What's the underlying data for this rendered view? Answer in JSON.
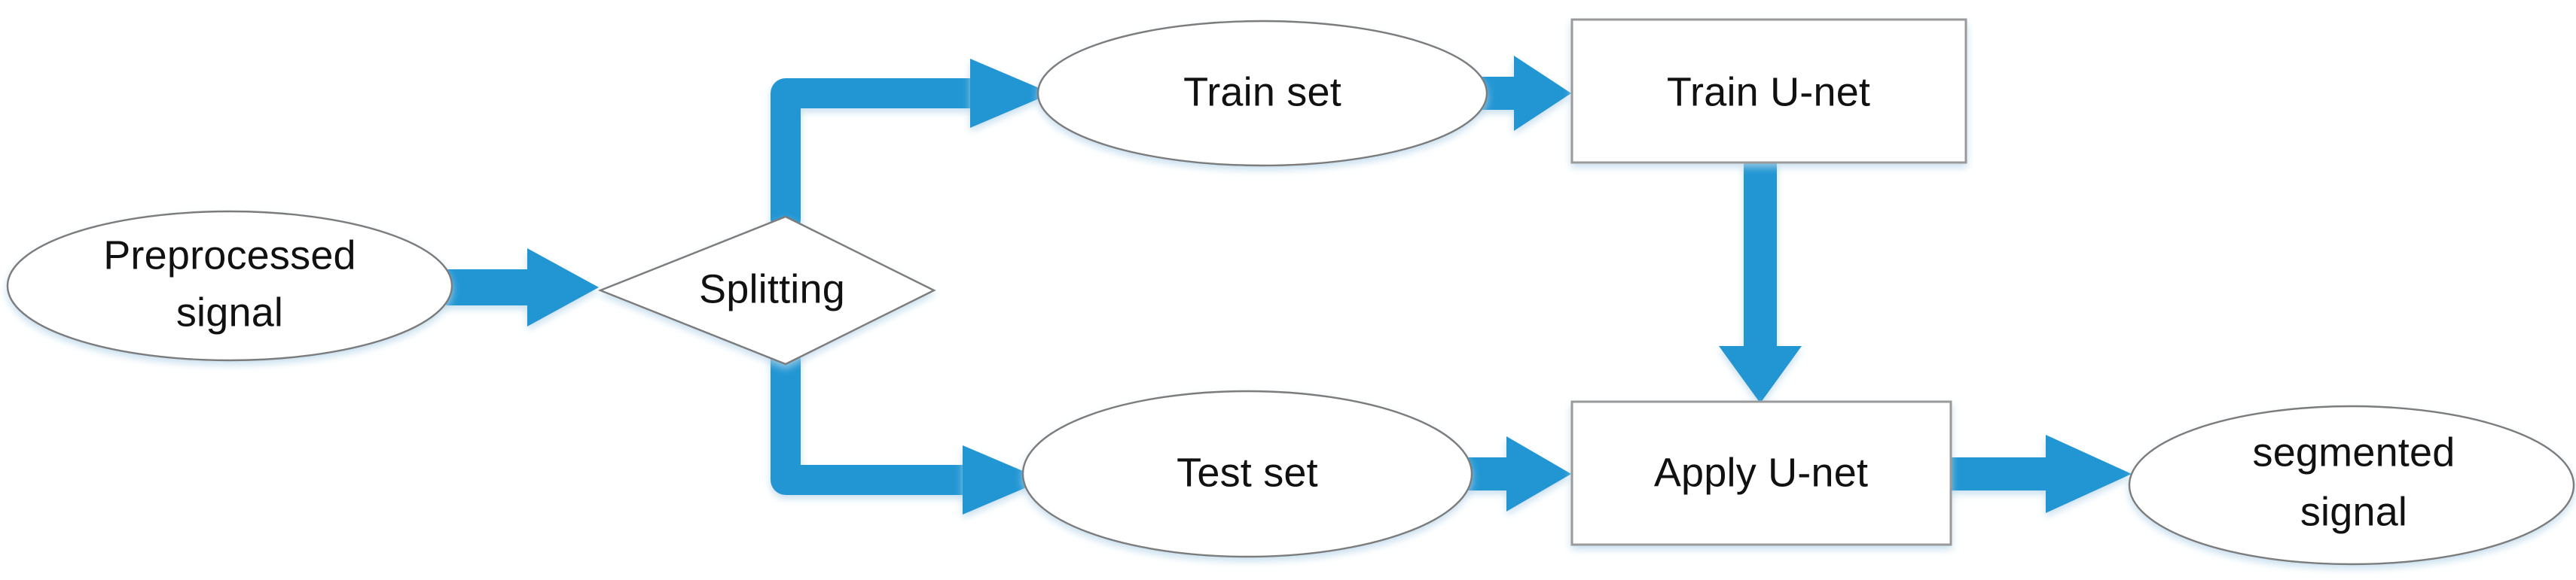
{
  "diagram": {
    "title": "Signal segmentation U-net pipeline flowchart",
    "background_color": "#ffffff",
    "accent_color": "#2196D3",
    "shape_outline_color": "#7b7b7b",
    "text_color": "#111111",
    "nodes": [
      {
        "id": "preprocessed-signal",
        "shape": "ellipse",
        "lines": [
          "Preprocessed",
          "signal"
        ],
        "text": "Preprocessed signal"
      },
      {
        "id": "splitting",
        "shape": "diamond",
        "lines": [
          "Splitting"
        ],
        "text": "Splitting"
      },
      {
        "id": "train-set",
        "shape": "ellipse",
        "lines": [
          "Train set"
        ],
        "text": "Train set"
      },
      {
        "id": "test-set",
        "shape": "ellipse",
        "lines": [
          "Test set"
        ],
        "text": "Test set"
      },
      {
        "id": "train-unet",
        "shape": "rectangle",
        "lines": [
          "Train U-net"
        ],
        "text": "Train U-net"
      },
      {
        "id": "apply-unet",
        "shape": "rectangle",
        "lines": [
          "Apply U-net"
        ],
        "text": "Apply U-net"
      },
      {
        "id": "segmented-signal",
        "shape": "ellipse",
        "lines": [
          "segmented",
          "signal"
        ],
        "text": "segmented signal"
      }
    ],
    "edges": [
      {
        "id": "edge-preprocessed-to-splitting",
        "from": "preprocessed-signal",
        "to": "splitting",
        "style": "straight-right",
        "label": ""
      },
      {
        "id": "edge-splitting-to-train-set",
        "from": "splitting",
        "to": "train-set",
        "style": "elbow-up-right",
        "label": ""
      },
      {
        "id": "edge-splitting-to-test-set",
        "from": "splitting",
        "to": "test-set",
        "style": "elbow-down-right",
        "label": ""
      },
      {
        "id": "edge-train-set-to-train-unet",
        "from": "train-set",
        "to": "train-unet",
        "style": "straight-right",
        "label": ""
      },
      {
        "id": "edge-train-unet-to-apply-unet",
        "from": "train-unet",
        "to": "apply-unet",
        "style": "straight-down",
        "label": ""
      },
      {
        "id": "edge-test-set-to-apply-unet",
        "from": "test-set",
        "to": "apply-unet",
        "style": "straight-right",
        "label": ""
      },
      {
        "id": "edge-apply-unet-to-segmented",
        "from": "apply-unet",
        "to": "segmented-signal",
        "style": "straight-right",
        "label": ""
      }
    ]
  }
}
